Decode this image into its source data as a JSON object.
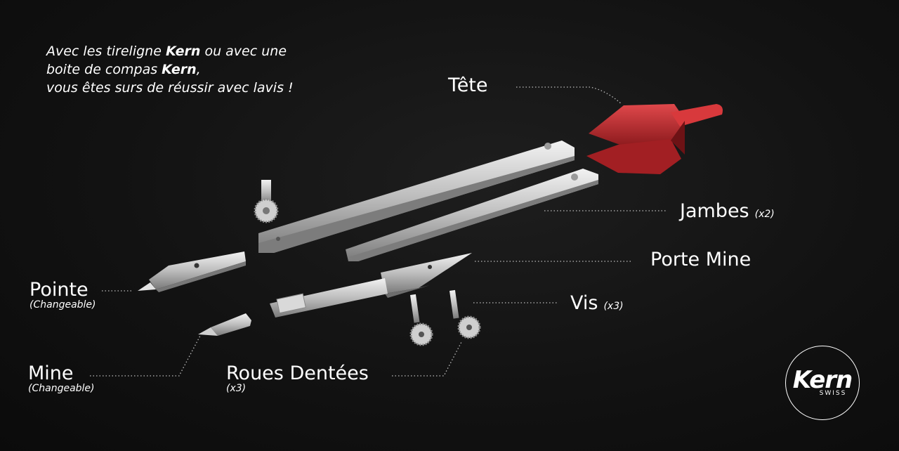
{
  "intro": {
    "line1_a": "Avec les tireligne ",
    "line1_brand": "Kern",
    "line1_b": " ou avec une",
    "line2_a": "boite de compas ",
    "line2_brand": "Kern",
    "line2_b": ",",
    "line3": "vous êtes surs de réussir avec lavis !"
  },
  "labels": {
    "tete": "Tête",
    "jambes": "Jambes",
    "jambes_qty": "(x2)",
    "porte_mine": "Porte Mine",
    "vis": "Vis",
    "vis_qty": "(x3)",
    "pointe": "Pointe",
    "pointe_note": "(Changeable)",
    "mine": "Mine",
    "mine_note": "(Changeable)",
    "roues": "Roues Dentées",
    "roues_qty": "(x3)"
  },
  "logo": {
    "brand": "Kern",
    "sub": "SWISS"
  },
  "colors": {
    "head_red": "#c0262a",
    "metal": "#c8c8c8",
    "leader_dots": "#bdbdbd"
  }
}
